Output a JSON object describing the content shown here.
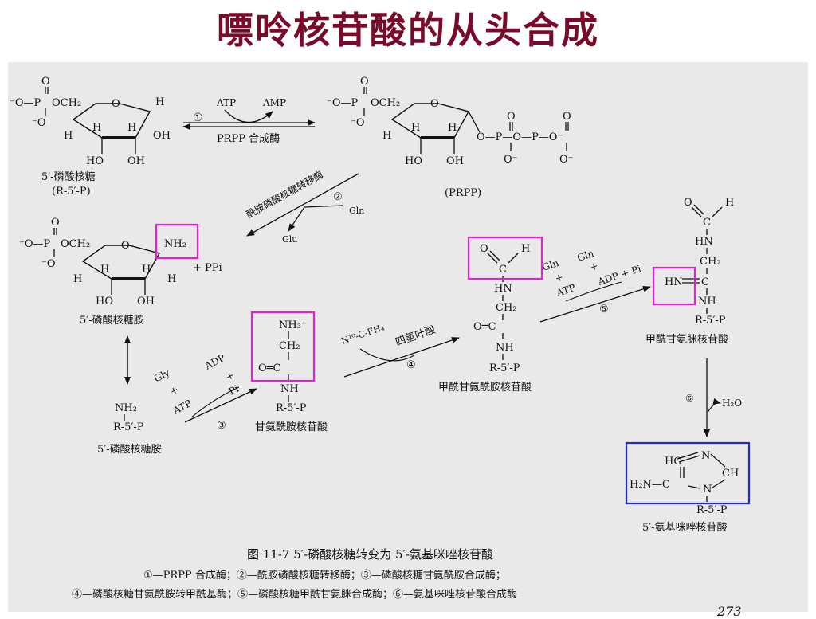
{
  "slide": {
    "title": "嘌呤核苷酸的从头合成",
    "page_number": "273"
  },
  "colors": {
    "title": "#7a0a2a",
    "highlight_magenta": "#e61fd2",
    "highlight_blue": "#1d2bd6",
    "figure_bg": "#e9e9e9"
  },
  "compounds": {
    "r5p": {
      "name": "5′-磷酸核糖",
      "abbr": "(R-5′-P)"
    },
    "prpp": {
      "name": "(PRPP)"
    },
    "prppa": {
      "name": "5′-磷酸核糖胺"
    },
    "prppa2": {
      "name": "5′-磷酸核糖胺"
    },
    "gar": {
      "name": "甘氨酰胺核苷酸"
    },
    "fgar": {
      "name": "甲酰甘氨酰胺核苷酸"
    },
    "fgam": {
      "name": "甲酰甘氨脒核苷酸"
    },
    "air": {
      "name": "5′-氨基咪唑核苷酸"
    }
  },
  "reactions": {
    "r1": {
      "num": "①",
      "atp": "ATP",
      "amp": "AMP",
      "enzyme": "PRPP 合成酶"
    },
    "r2": {
      "num": "②",
      "enzyme": "酰胺磷酸核糖转移酶",
      "gln": "Gln",
      "glu": "Glu",
      "ppi": "+ PPi"
    },
    "r3": {
      "num": "③",
      "gly": "Gly",
      "plus1": "+",
      "atp": "ATP",
      "adp": "ADP",
      "plus2": "+",
      "pi": "Pi"
    },
    "r4": {
      "num": "④",
      "cofactor": "N¹⁰-C-FH₄",
      "enzyme": "四氢叶酸"
    },
    "r5": {
      "num": "⑤",
      "gln": "Gln",
      "plus1": "+",
      "atp": "ATP",
      "gln2": "Gln",
      "plus2": "+",
      "adp": "ADP + Pi"
    },
    "r6": {
      "num": "⑥",
      "water": "H₂O"
    }
  },
  "caption": {
    "title": "图 11-7    5′-磷酸核糖转变为 5′-氨基咪唑核苷酸",
    "line1": "①—PRPP 合成酶；②—酰胺磷酸核糖转移酶；③—磷酸核糖甘氨酰胺合成酶；",
    "line2": "④—磷酸核糖甘氨酰胺转甲酰基酶；⑤—磷酸核糖甲酰甘氨脒合成酶；⑥—氨基咪唑核苷酸合成酶"
  }
}
